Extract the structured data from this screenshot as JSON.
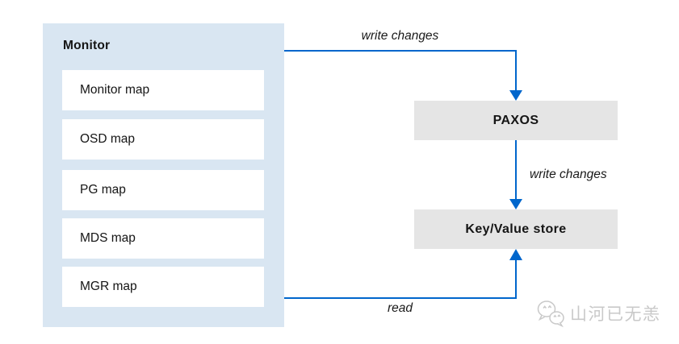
{
  "diagram": {
    "monitor": {
      "title": "Monitor",
      "items": [
        "Monitor map",
        "OSD map",
        "PG map",
        "MDS map",
        "MGR map"
      ]
    },
    "nodes": {
      "paxos": "PAXOS",
      "kv_store": "Key/Value store"
    },
    "edges": {
      "monitor_to_paxos": "write changes",
      "paxos_to_kv": "write changes",
      "kv_to_monitor": "read"
    },
    "colors": {
      "arrow": "#0066cc",
      "panel": "#d9e6f2",
      "node_fill": "#e5e5e5",
      "text": "#151515",
      "watermark": "#c9c9c9"
    }
  },
  "watermark": {
    "icon": "wechat-icon",
    "text": "山河已无恙"
  }
}
